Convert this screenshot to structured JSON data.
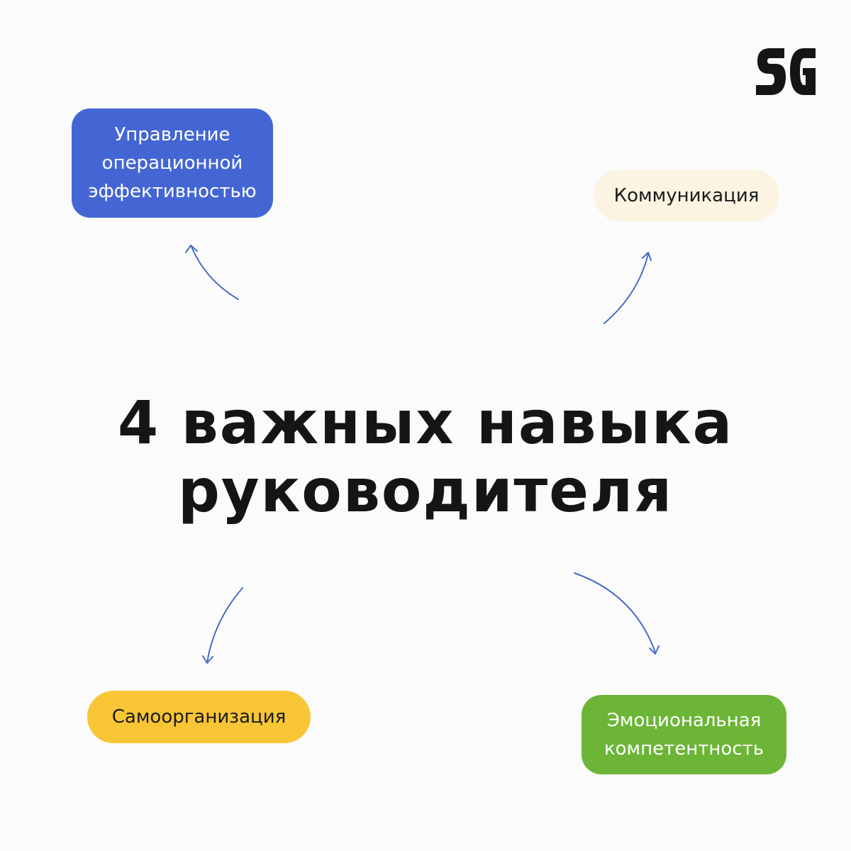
{
  "logo": {
    "text": "SG",
    "color": "#151515"
  },
  "title": {
    "line1": "4 важных навыка",
    "line2": "руководителя"
  },
  "skills": [
    {
      "label": "Управление\nоперационной\nэффективностью",
      "color": "#4466d4"
    },
    {
      "label": "Коммуникация",
      "color": "#fcf4e3"
    },
    {
      "label": "Самоорганизация",
      "color": "#f8c535"
    },
    {
      "label": "Эмоциональная\nкомпетентность",
      "color": "#6cb537"
    }
  ],
  "arrow_color": "#4a6bc8"
}
